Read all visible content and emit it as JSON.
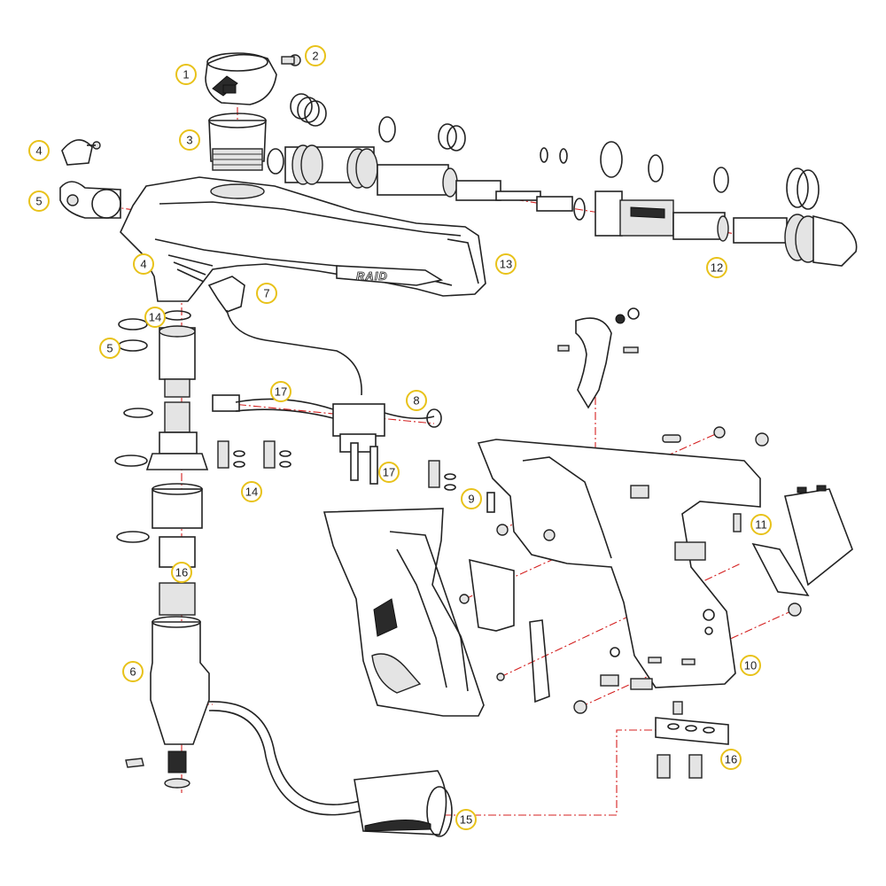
{
  "diagram": {
    "body_logo_text": "RAID",
    "callout_color": "#e8c21a",
    "guide_color": "#d42020",
    "callouts": [
      "1",
      "2",
      "3",
      "4",
      "5",
      "4",
      "7",
      "14",
      "5",
      "17",
      "8",
      "9",
      "17",
      "14",
      "16",
      "6",
      "13",
      "12",
      "11",
      "10",
      "16",
      "15"
    ]
  }
}
